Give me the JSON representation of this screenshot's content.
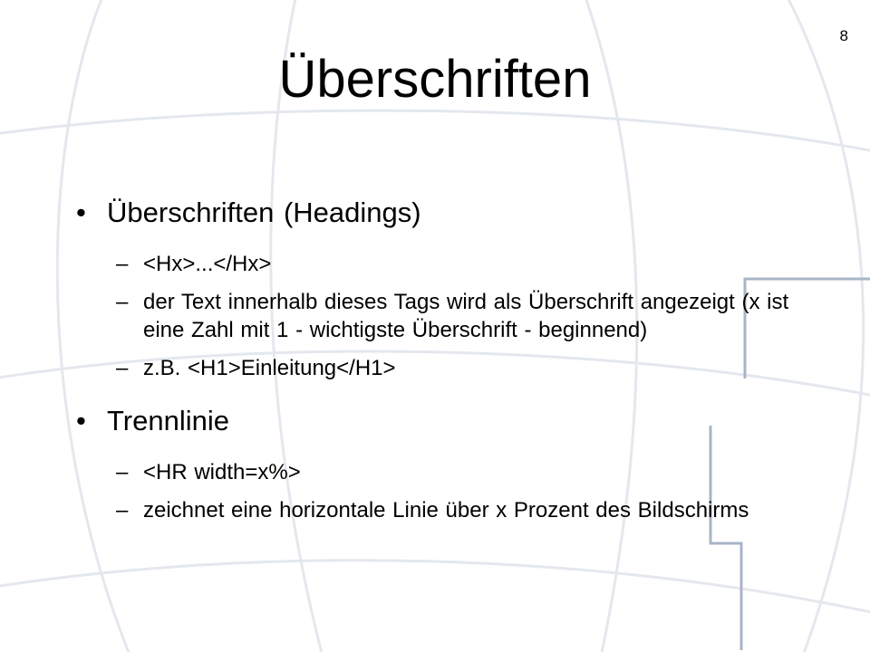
{
  "slide": {
    "page_number": "8",
    "title": "Überschriften",
    "bullet_glyph": "•",
    "dash_glyph": "–",
    "sections": [
      {
        "heading": "Überschriften (Headings)",
        "items": [
          "<Hx>...</Hx>",
          "der Text innerhalb dieses Tags wird als Überschrift angezeigt (x ist eine Zahl mit 1 - wichtigste Überschrift - beginnend)",
          "z.B. <H1>Einleitung</H1>"
        ]
      },
      {
        "heading": "Trennlinie",
        "items": [
          "<HR width=x%>",
          "zeichnet eine horizontale Linie über x Prozent des Bildschirms"
        ]
      }
    ]
  },
  "colors": {
    "background": "#ffffff",
    "text": "#000000",
    "globe_lines": "#e4e8ee",
    "step_accent": "#a9b4c7"
  }
}
